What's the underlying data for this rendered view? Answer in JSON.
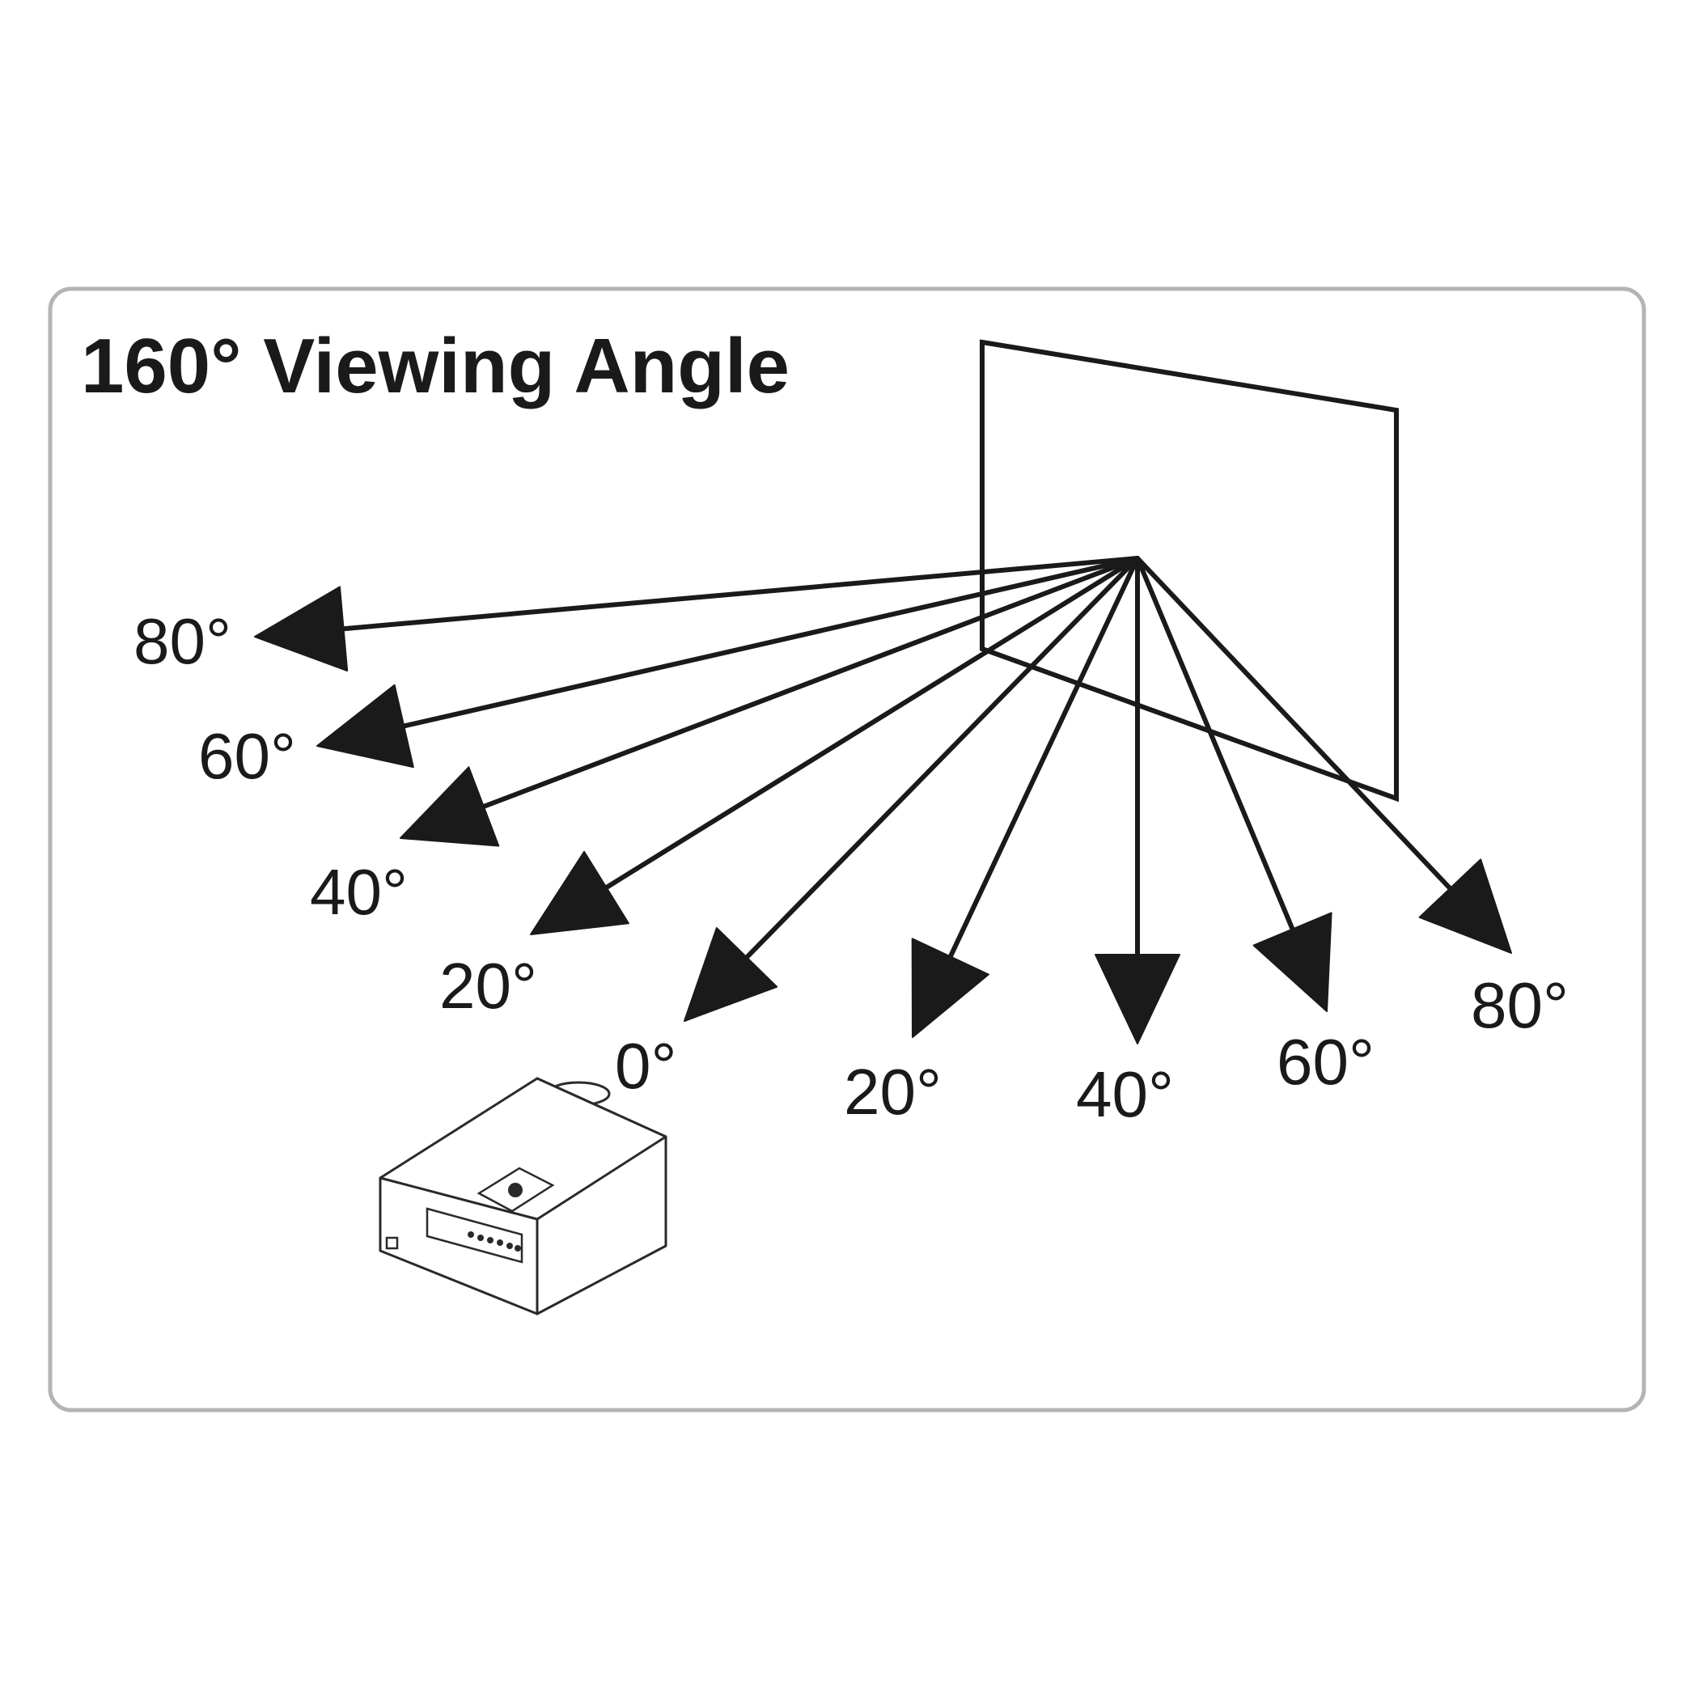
{
  "title": "160° Viewing Angle",
  "colors": {
    "ink": "#1a1a1a",
    "frame_border": "#b4b4b4",
    "background": "#ffffff"
  },
  "diagram": {
    "origin_label": "screen",
    "rays": [
      {
        "label": "80°",
        "side": "left"
      },
      {
        "label": "60°",
        "side": "left"
      },
      {
        "label": "40°",
        "side": "left"
      },
      {
        "label": "20°",
        "side": "left"
      },
      {
        "label": "0°",
        "side": "center"
      },
      {
        "label": "20°",
        "side": "right"
      },
      {
        "label": "40°",
        "side": "right"
      },
      {
        "label": "60°",
        "side": "right"
      },
      {
        "label": "80°",
        "side": "right"
      }
    ],
    "device_icon": "projector-icon"
  }
}
